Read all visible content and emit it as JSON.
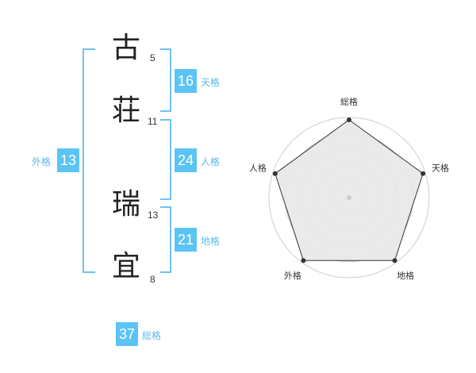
{
  "characters": [
    {
      "char": "古",
      "strokes": "5"
    },
    {
      "char": "荘",
      "strokes": "11"
    },
    {
      "char": "瑞",
      "strokes": "13"
    },
    {
      "char": "宜",
      "strokes": "8"
    }
  ],
  "kaku": {
    "tenkaku": {
      "value": "16",
      "label": "天格"
    },
    "jinkaku": {
      "value": "24",
      "label": "人格"
    },
    "chikaku": {
      "value": "21",
      "label": "地格"
    },
    "gaikaku": {
      "value": "13",
      "label": "外格"
    },
    "soukaku": {
      "value": "37",
      "label": "総格"
    }
  },
  "chart_data": {
    "type": "radar",
    "axes": [
      "総格",
      "天格",
      "地格",
      "外格",
      "人格"
    ],
    "series": [
      {
        "values": [
          1,
          1,
          1,
          1,
          1
        ]
      }
    ],
    "rings": 5,
    "colors": {
      "fill": "#e8e8e8",
      "line": "#333333",
      "rings": "#cccccc"
    }
  },
  "colors": {
    "accent": "#5bc4f4",
    "accent_text": "#5bb8e8"
  }
}
